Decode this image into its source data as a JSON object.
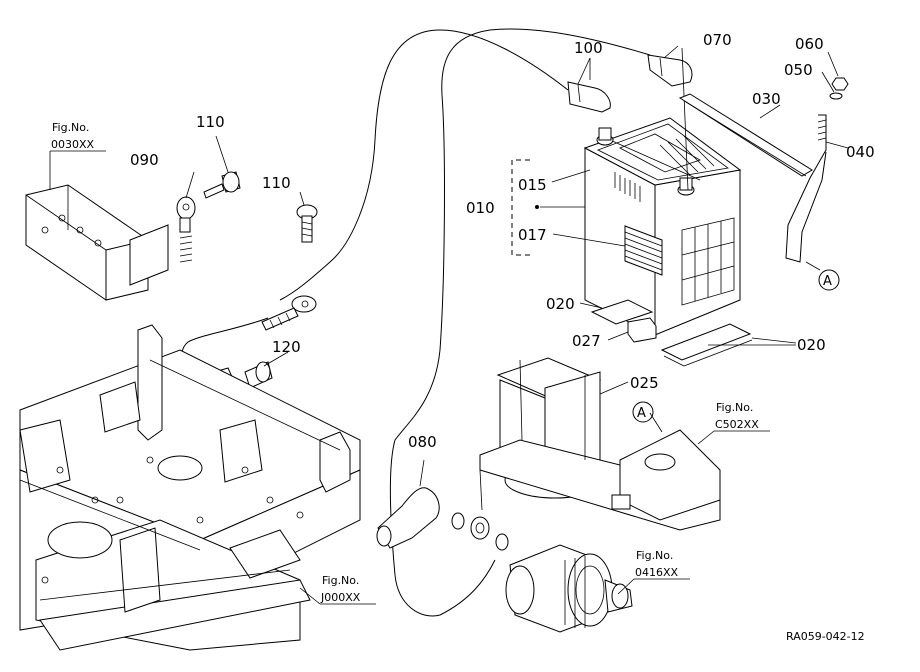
{
  "callouts": {
    "p010": "010",
    "p015": "015",
    "p017": "017",
    "p020a": "020",
    "p020b": "020",
    "p025": "025",
    "p027": "027",
    "p030": "030",
    "p040": "040",
    "p050": "050",
    "p060": "060",
    "p070": "070",
    "p080": "080",
    "p090": "090",
    "p100": "100",
    "p110a": "110",
    "p110b": "110",
    "p120": "120"
  },
  "markers": {
    "a1": "A",
    "a2": "A"
  },
  "figrefs": {
    "f0030": {
      "label": "Fig.No.",
      "code": "0030XX"
    },
    "fc502": {
      "label": "Fig.No.",
      "code": "C502XX"
    },
    "f0416": {
      "label": "Fig.No.",
      "code": "0416XX"
    },
    "fj000": {
      "label": "Fig.No.",
      "code": "J000XX"
    }
  },
  "drawing_code": "RA059-042-12"
}
